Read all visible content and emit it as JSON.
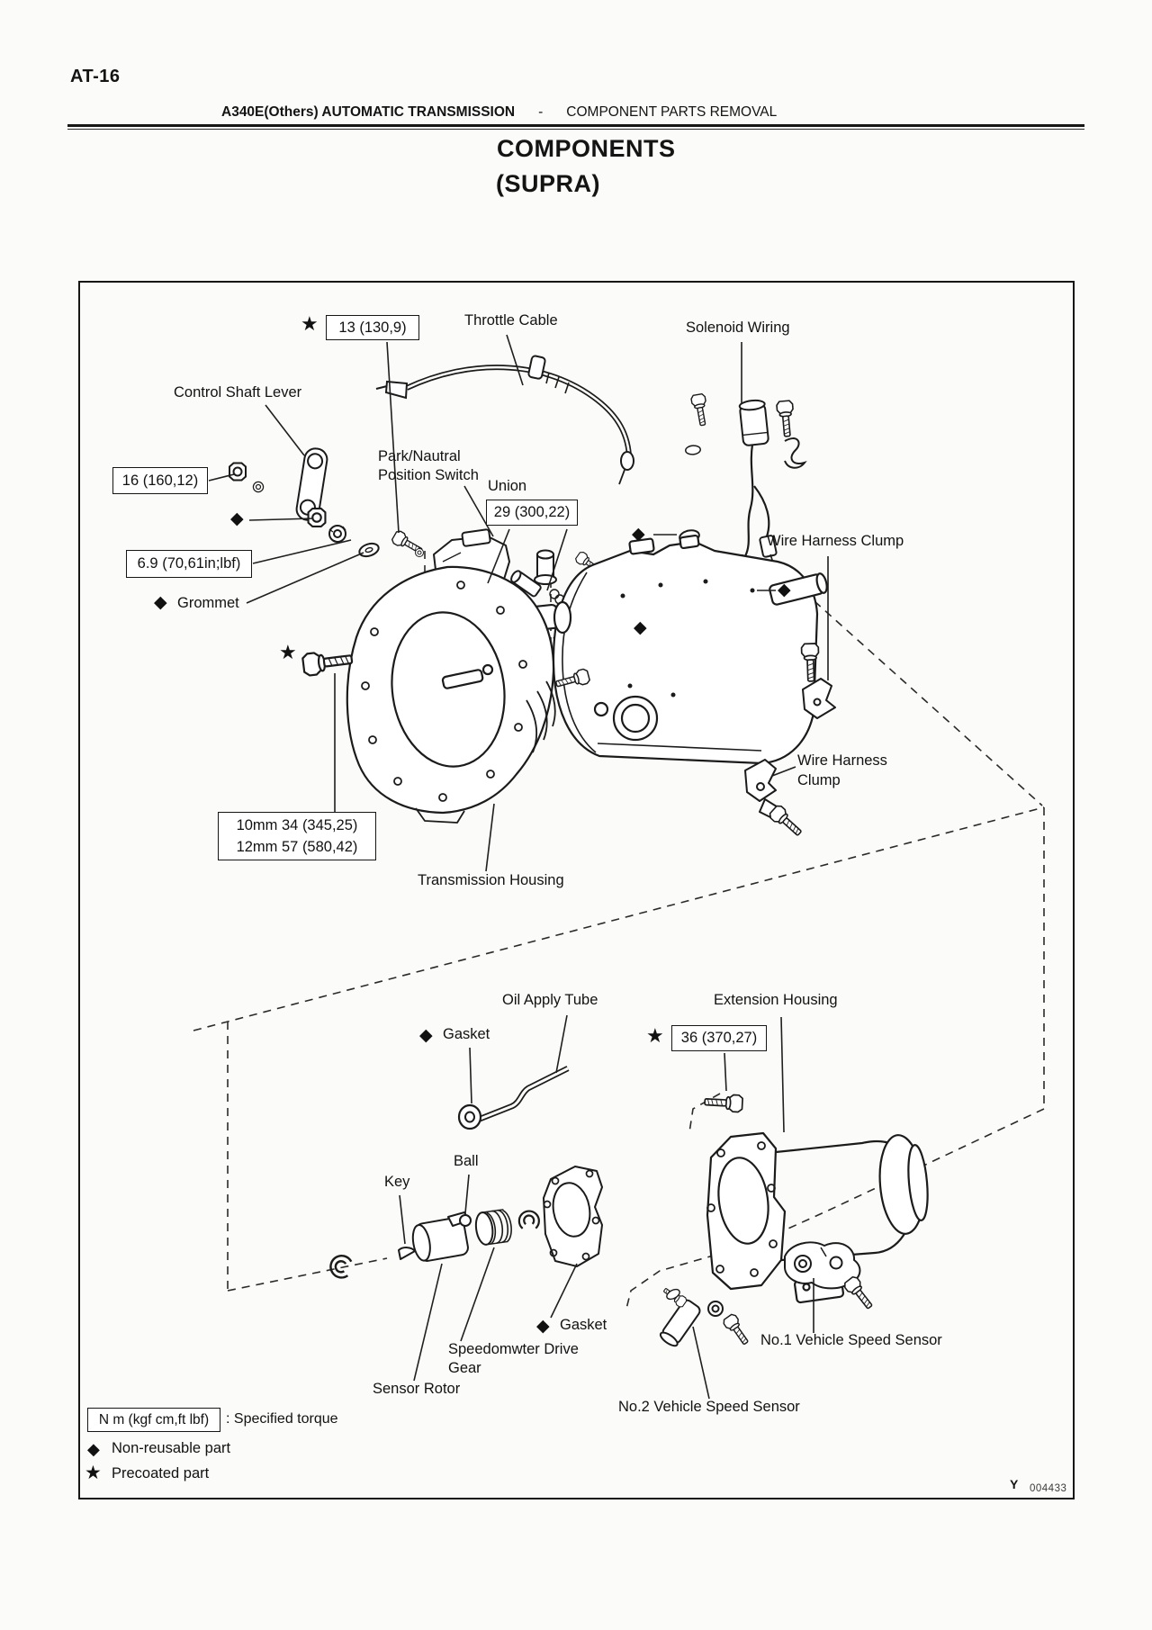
{
  "page": {
    "page_code": "AT-16",
    "header_bold": "A340E(Others)  AUTOMATIC TRANSMISSION",
    "header_sep": "-",
    "header_right": "COMPONENT PARTS REMOVAL",
    "title_line1": "COMPONENTS",
    "title_line2": "(SUPRA)",
    "footer_code_prefix": "Y",
    "footer_code": "004433"
  },
  "symbols": {
    "star": "★",
    "diamond": "◆"
  },
  "torque": {
    "t13": "13 (130,9)",
    "t16": "16 (160,12)",
    "t29": "29 (300,22)",
    "t69": "6.9 (70,61in;lbf)",
    "t1012_line1": "10mm 34 (345,25)",
    "t1012_line2": "12mm 57 (580,42)",
    "t36": "36 (370,27)"
  },
  "labels": {
    "throttle_cable": "Throttle Cable",
    "solenoid_wiring": "Solenoid Wiring",
    "control_shaft_lever": "Control Shaft Lever",
    "park_neutral_line1": "Park/Nautral",
    "park_neutral_line2": "Position Switch",
    "union": "Union",
    "wire_harness_clump": "Wire Harness Clump",
    "grommet": "Grommet",
    "wire_harness_line1": "Wire Harness",
    "wire_harness_line2": "Clump",
    "transmission_housing": "Transmission Housing",
    "oil_apply_tube": "Oil Apply Tube",
    "gasket_upper": "Gasket",
    "extension_housing": "Extension Housing",
    "ball": "Ball",
    "key": "Key",
    "gasket_lower": "Gasket",
    "speedometer_line1": "Speedomwter Drive",
    "speedometer_line2": "Gear",
    "sensor_rotor": "Sensor Rotor",
    "no1_speed_sensor": "No.1 Vehicle Speed Sensor",
    "no2_speed_sensor": "No.2 Vehicle Speed Sensor"
  },
  "legend": {
    "torque_box": "N m (kgf cm,ft lbf)",
    "torque_desc": ": Specified torque",
    "non_reusable": "Non-reusable part",
    "precoated": "Precoated part"
  }
}
